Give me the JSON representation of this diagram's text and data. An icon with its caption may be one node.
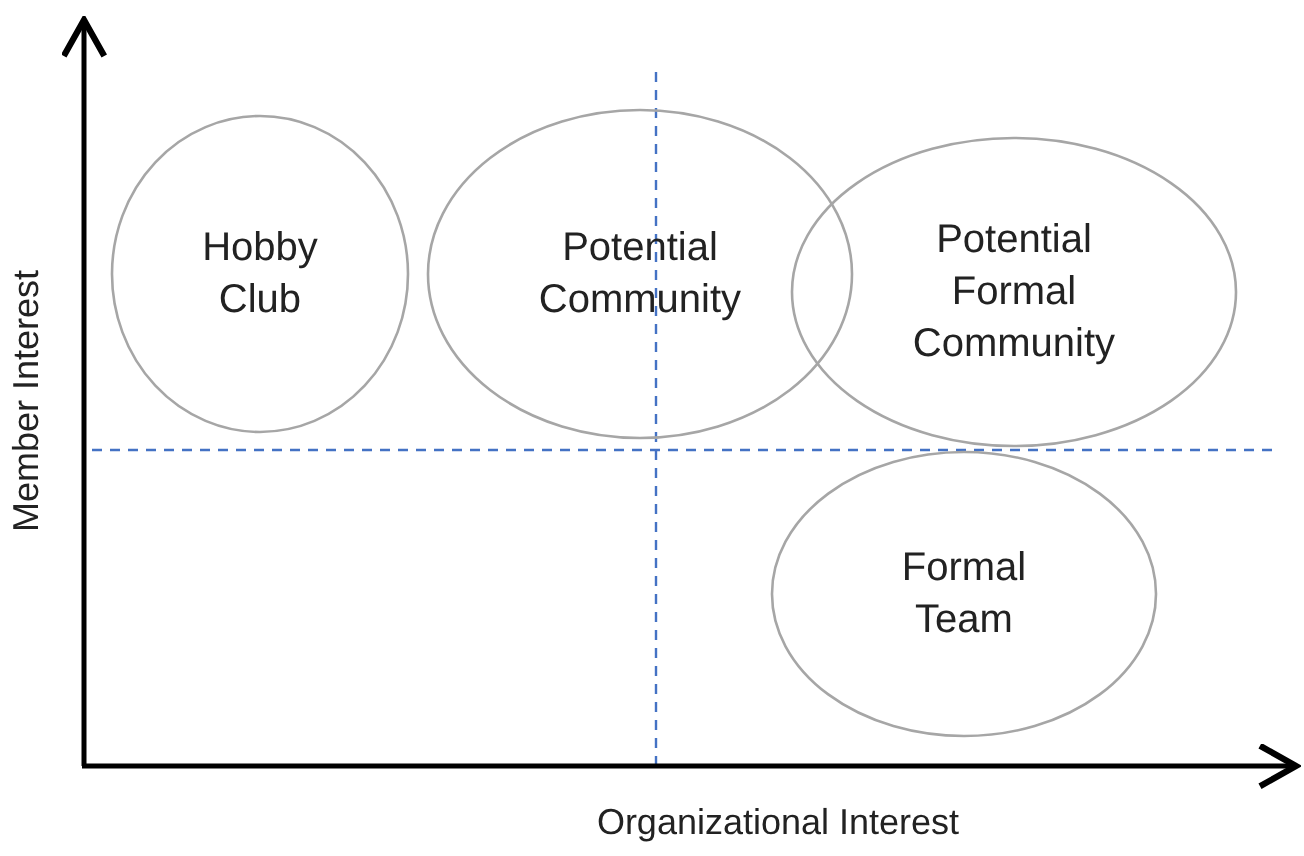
{
  "diagram": {
    "nodes": [
      {
        "text": [
          "Hobby Club"
        ]
      },
      {
        "text": [
          "Potential Community"
        ]
      },
      {
        "text": [
          "Potential Formal Community"
        ]
      },
      {
        "text": [
          "Formal Team"
        ]
      }
    ],
    "labels": [
      "Member Interest",
      "Organizational Interest"
    ]
  }
}
